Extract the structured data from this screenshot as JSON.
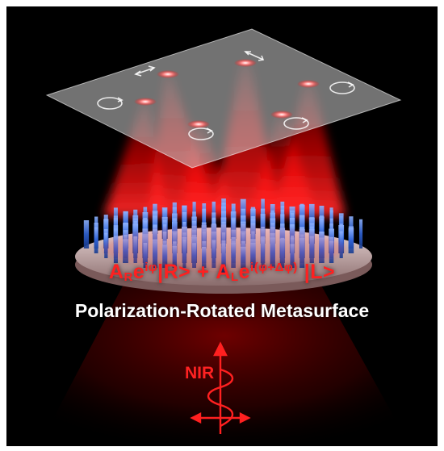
{
  "formula": {
    "amp_r_main": "A",
    "amp_r_sub": "R",
    "exp_r_base": "e",
    "exp_r_sup": "iφ",
    "ket_r": "|R>",
    "plus": "+",
    "amp_l_main": "A",
    "amp_l_sub": "L",
    "exp_l_base": "e",
    "exp_l_sup": "i(φ+Δφ)",
    "ket_l": "|L>"
  },
  "caption": "Polarization-Rotated Metasurface",
  "beam_label": "NIR",
  "colors": {
    "background": "#000000",
    "beam_red": "#ff1a1a",
    "formula_red": "#ff2020",
    "pillar_blue": "#2f63d6",
    "plate": "#c8c8c8"
  }
}
